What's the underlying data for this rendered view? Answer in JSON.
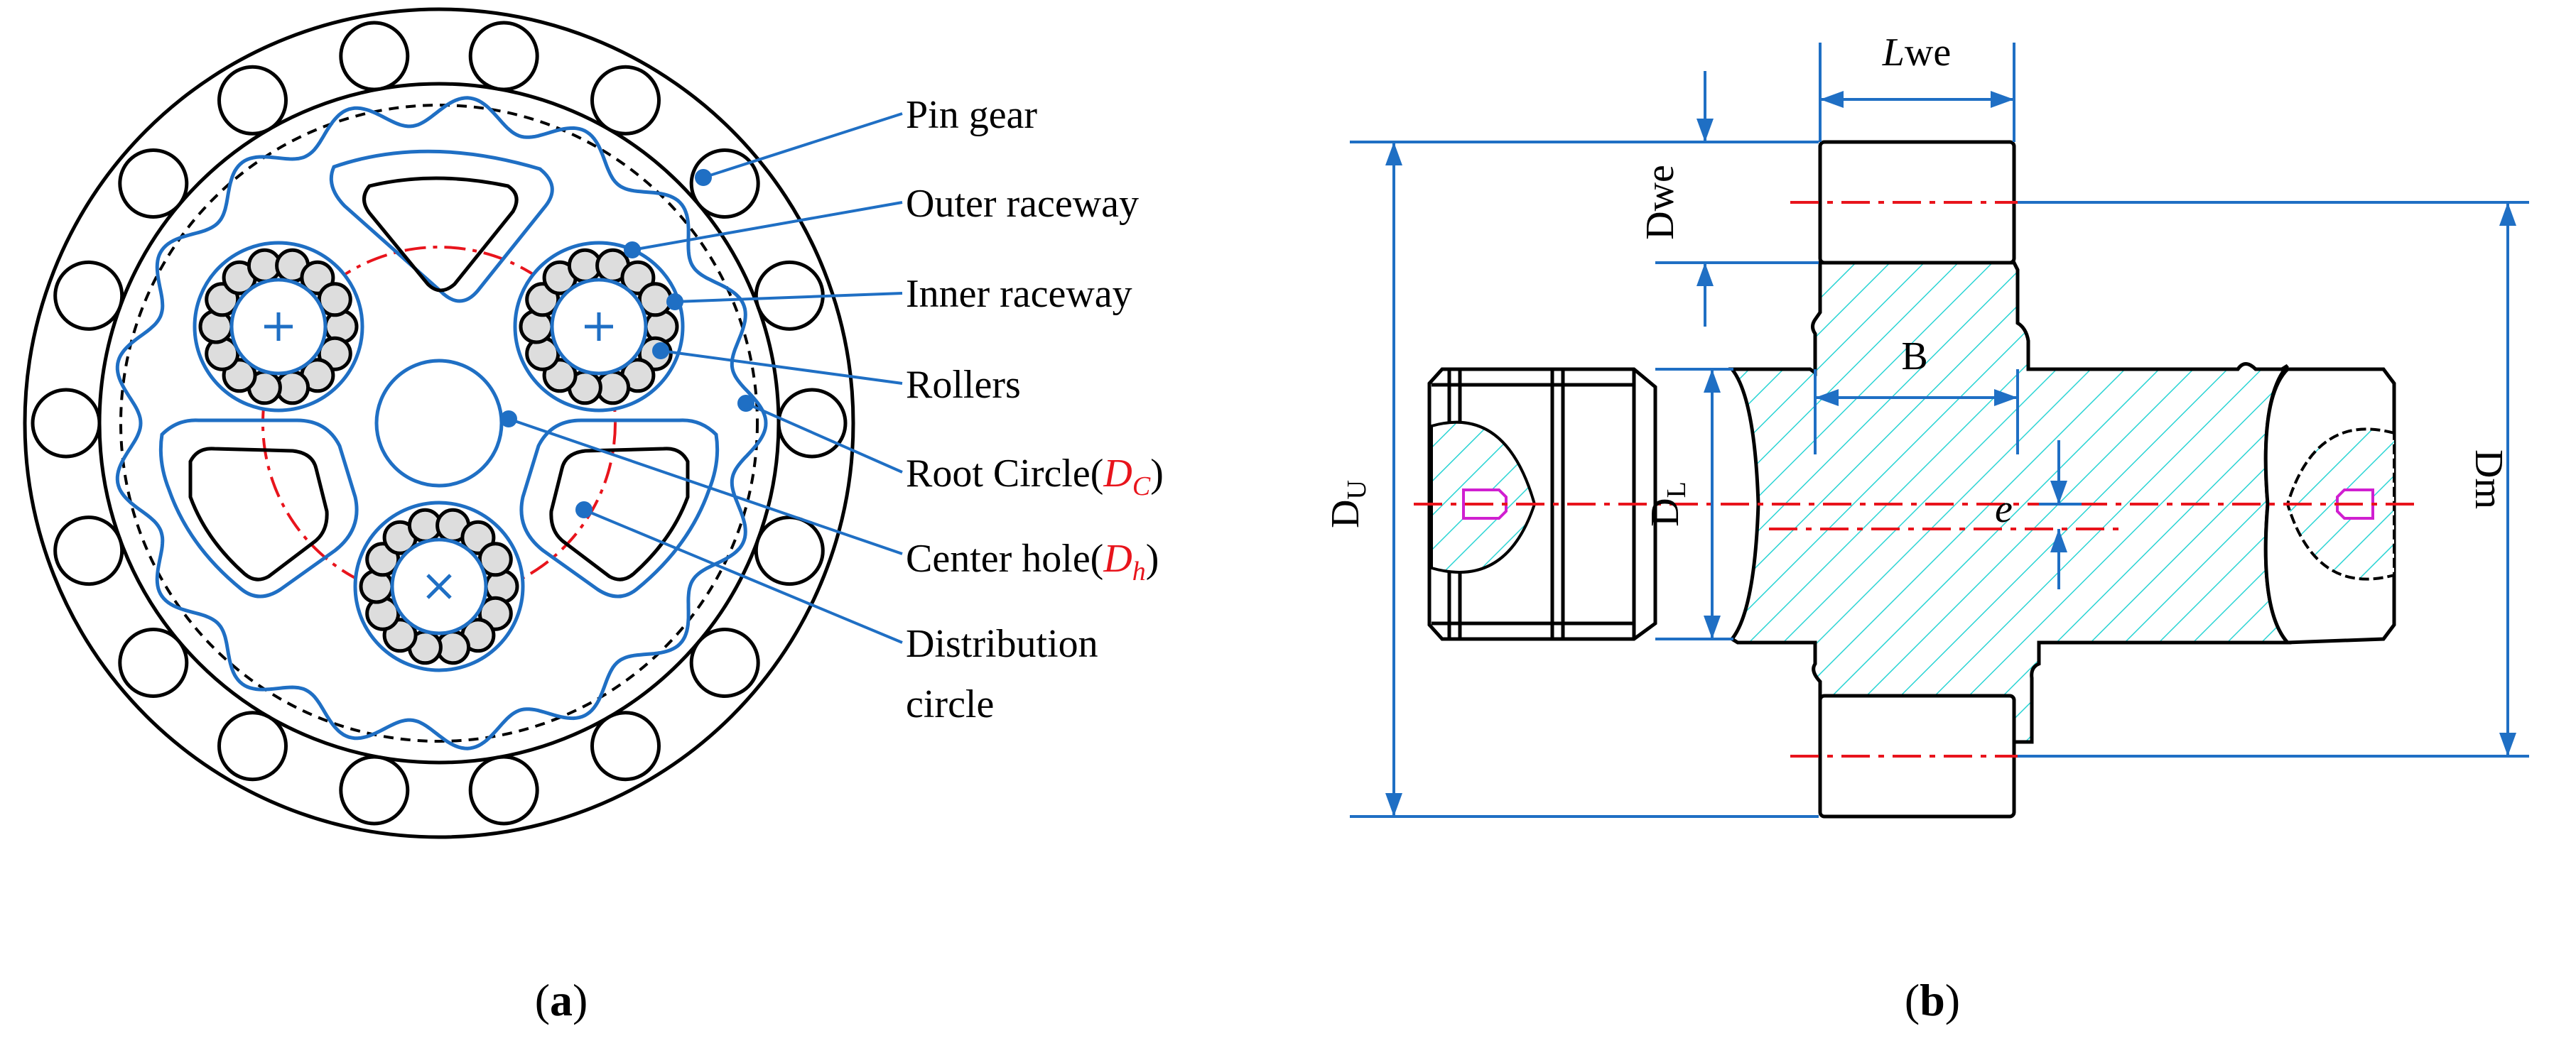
{
  "panel_a": {
    "caption_open": "(",
    "caption_letter": "a",
    "caption_close": ")",
    "labels": {
      "pin_gear": "Pin gear",
      "outer_raceway": "Outer raceway",
      "inner_raceway": "Inner raceway",
      "rollers": "Rollers",
      "root_circle_prefix": "Root Circle(",
      "root_circle_sym": "D",
      "root_circle_sub": "C",
      "root_circle_suffix": ")",
      "center_hole_prefix": "Center hole(",
      "center_hole_sym": "D",
      "center_hole_sub": "h",
      "center_hole_suffix": ")",
      "distribution_line1": "Distribution",
      "distribution_line2": "circle"
    }
  },
  "panel_b": {
    "caption_open": "(",
    "caption_letter": "b",
    "caption_close": ")",
    "dims": {
      "lwe_italic": "L",
      "lwe_rest": "we",
      "dwe": "Dwe",
      "b": "B",
      "du_main": "D",
      "du_sub": "U",
      "dl_main": "D",
      "dl_sub": "L",
      "e": "e",
      "dm": "Dm"
    }
  },
  "colors": {
    "blue": "#1f6fc4",
    "red": "#e8141c",
    "cyan": "#2ad4d4",
    "magenta": "#d01fd0",
    "black": "#000000"
  }
}
